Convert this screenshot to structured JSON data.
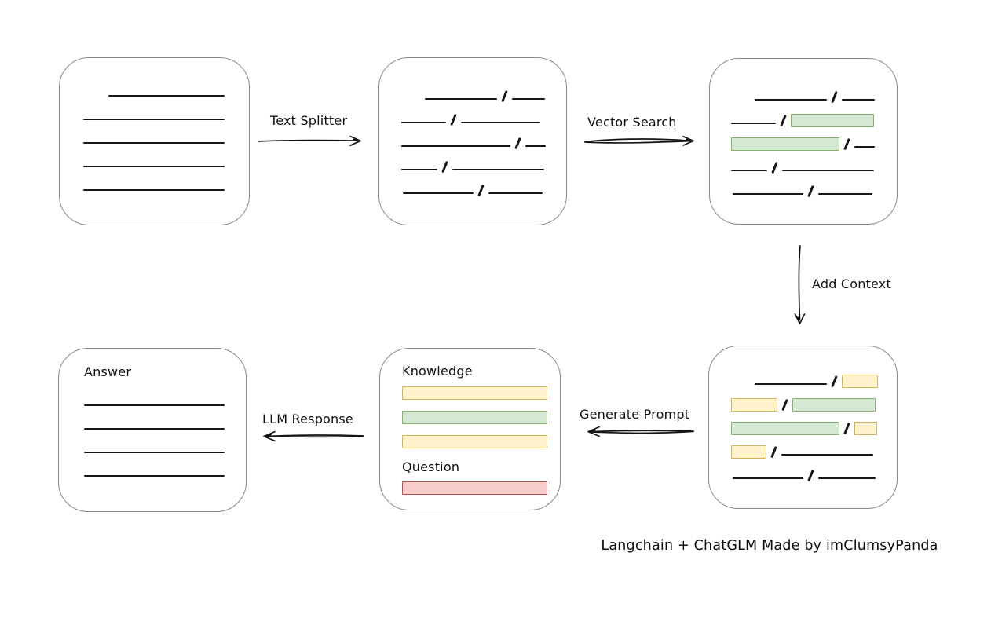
{
  "caption": "Langchain + ChatGLM Made by imClumsyPanda",
  "colors": {
    "green_fill": "#d5e8d4",
    "green_border": "#82b366",
    "yellow_fill": "#fff2cc",
    "yellow_border": "#d6b656",
    "red_fill": "#f8cecc",
    "red_border": "#b85450",
    "ink": "#141414",
    "box_border": "#8a8a8a"
  },
  "labels": {
    "text_splitter": "Text Splitter",
    "vector_search": "Vector Search",
    "add_context": "Add Context",
    "generate_prompt": "Generate Prompt",
    "llm_response": "LLM Response",
    "knowledge": "Knowledge",
    "question": "Question",
    "answer": "Answer"
  },
  "document_box": {
    "rows": [
      {
        "indent": 32,
        "segments": [
          {
            "t": "line",
            "w": 148
          }
        ]
      },
      {
        "indent": 0,
        "segments": [
          {
            "t": "line",
            "w": 180
          }
        ]
      },
      {
        "indent": 0,
        "segments": [
          {
            "t": "line",
            "w": 180
          }
        ]
      },
      {
        "indent": 0,
        "segments": [
          {
            "t": "line",
            "w": 180
          }
        ]
      },
      {
        "indent": 0,
        "segments": [
          {
            "t": "line",
            "w": 180
          }
        ]
      }
    ]
  },
  "chunks_box": {
    "rows": [
      {
        "indent": 30,
        "segments": [
          {
            "t": "line",
            "w": 92
          },
          {
            "t": "slash"
          },
          {
            "t": "line",
            "w": 42
          }
        ]
      },
      {
        "indent": 0,
        "segments": [
          {
            "t": "line",
            "w": 57
          },
          {
            "t": "slash"
          },
          {
            "t": "line",
            "w": 101
          }
        ]
      },
      {
        "indent": 0,
        "segments": [
          {
            "t": "line",
            "w": 139
          },
          {
            "t": "slash"
          },
          {
            "t": "line",
            "w": 26
          }
        ]
      },
      {
        "indent": 0,
        "segments": [
          {
            "t": "line",
            "w": 46
          },
          {
            "t": "slash"
          },
          {
            "t": "line",
            "w": 117
          }
        ]
      },
      {
        "indent": 2,
        "segments": [
          {
            "t": "line",
            "w": 90
          },
          {
            "t": "slash"
          },
          {
            "t": "line",
            "w": 69
          }
        ]
      }
    ]
  },
  "search_box": {
    "rows": [
      {
        "indent": 30,
        "segments": [
          {
            "t": "line",
            "w": 92
          },
          {
            "t": "slash"
          },
          {
            "t": "line",
            "w": 42
          }
        ]
      },
      {
        "indent": 0,
        "segments": [
          {
            "t": "line",
            "w": 57
          },
          {
            "t": "slash"
          },
          {
            "t": "green",
            "w": 104
          }
        ]
      },
      {
        "indent": 0,
        "segments": [
          {
            "t": "green",
            "w": 136
          },
          {
            "t": "slash"
          },
          {
            "t": "line",
            "w": 26
          }
        ]
      },
      {
        "indent": 0,
        "segments": [
          {
            "t": "line",
            "w": 46
          },
          {
            "t": "slash"
          },
          {
            "t": "line",
            "w": 117
          }
        ]
      },
      {
        "indent": 2,
        "segments": [
          {
            "t": "line",
            "w": 90
          },
          {
            "t": "slash"
          },
          {
            "t": "line",
            "w": 69
          }
        ]
      }
    ]
  },
  "context_box": {
    "rows": [
      {
        "indent": 30,
        "segments": [
          {
            "t": "line",
            "w": 92
          },
          {
            "t": "slash"
          },
          {
            "t": "yellow",
            "w": 44
          }
        ]
      },
      {
        "indent": 0,
        "segments": [
          {
            "t": "yellow",
            "w": 57
          },
          {
            "t": "slash"
          },
          {
            "t": "green",
            "w": 104
          }
        ]
      },
      {
        "indent": 0,
        "segments": [
          {
            "t": "green",
            "w": 136
          },
          {
            "t": "slash"
          },
          {
            "t": "yellow",
            "w": 27
          }
        ]
      },
      {
        "indent": 0,
        "segments": [
          {
            "t": "yellow",
            "w": 43
          },
          {
            "t": "slash"
          },
          {
            "t": "line",
            "w": 117
          }
        ]
      },
      {
        "indent": 2,
        "segments": [
          {
            "t": "line",
            "w": 90
          },
          {
            "t": "slash"
          },
          {
            "t": "line",
            "w": 73
          }
        ]
      }
    ]
  },
  "prompt_box": {
    "knowledge_bars": [
      "yellow",
      "green",
      "yellow"
    ],
    "question_bars": [
      "red"
    ]
  },
  "answer_box": {
    "rows": [
      {
        "indent": 0,
        "segments": [
          {
            "t": "line",
            "w": 179
          }
        ]
      },
      {
        "indent": 0,
        "segments": [
          {
            "t": "line",
            "w": 179
          }
        ]
      },
      {
        "indent": 0,
        "segments": [
          {
            "t": "line",
            "w": 179
          }
        ]
      },
      {
        "indent": 0,
        "segments": [
          {
            "t": "line",
            "w": 179
          }
        ]
      }
    ]
  }
}
